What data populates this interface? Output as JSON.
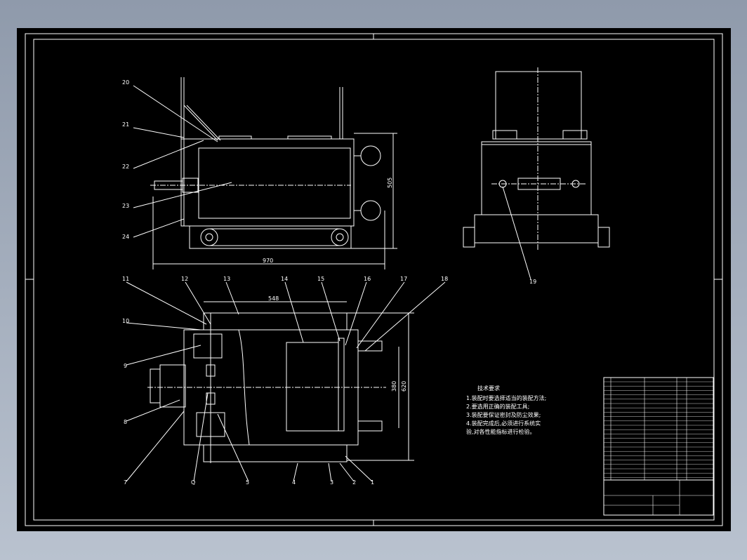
{
  "drawing": {
    "background": "#000000",
    "line_color": "#ffffff",
    "page_color": "#9aa6b6"
  },
  "dimensions": {
    "length": "970",
    "height": "505",
    "width_top": "548",
    "inner": "380",
    "overall": "620"
  },
  "callouts_top": [
    "20",
    "21",
    "22",
    "23",
    "24"
  ],
  "callouts_bottom_top": [
    "11",
    "12",
    "13",
    "14",
    "15",
    "16",
    "17",
    "18"
  ],
  "callouts_bottom_left": [
    "10",
    "9",
    "8",
    "7"
  ],
  "callouts_bottom_row": [
    "Q",
    "5",
    "4",
    "3",
    "2",
    "1"
  ],
  "callout_side": "19",
  "notes": {
    "title": "技术要求",
    "lines": [
      "1.装配时要选择适当的装配方法;",
      "2.要选用正确的装配工具;",
      "3.装配要保证密封及防尘效果;",
      "4.装配完成后,必须进行系统实",
      "验,对各性能指标进行检验。"
    ]
  }
}
